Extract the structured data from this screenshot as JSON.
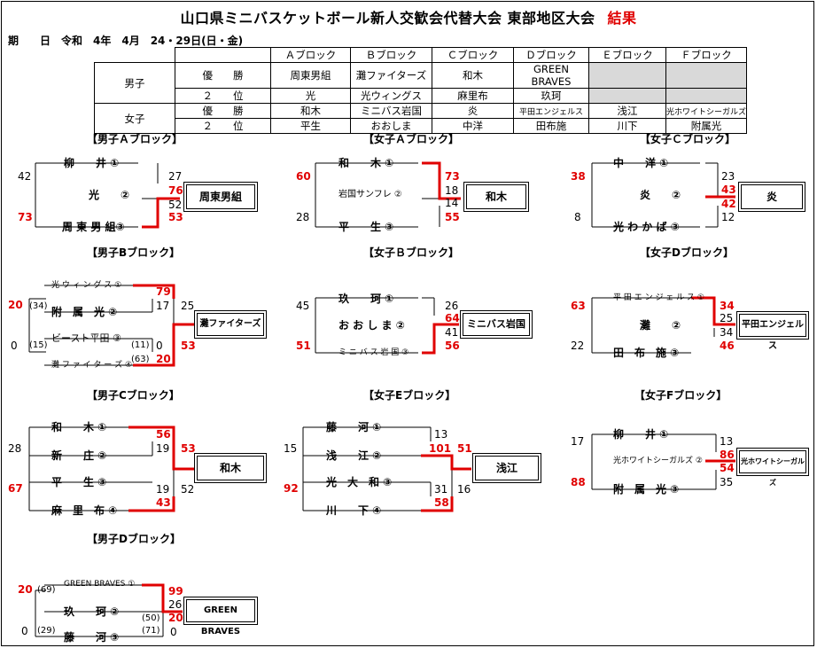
{
  "title": "山口県ミニバスケットボール新人交歓会代替大会 東部地区大会",
  "result_word": "結果",
  "period": "期　　日　令和　4年　4月　24・29日(日・金)",
  "table": {
    "headers": [
      "Ａブロック",
      "Ｂブロック",
      "Ｃブロック",
      "Ｄブロック",
      "Ｅブロック",
      "Ｆブロック"
    ],
    "boys": "男子",
    "girls": "女子",
    "first": "優　　勝",
    "second": "２　　位",
    "boys_first": [
      "周東男組",
      "灘ファイターズ",
      "和木",
      "GREEN BRAVES",
      "",
      ""
    ],
    "boys_second": [
      "光",
      "光ウィングス",
      "麻里布",
      "玖珂",
      "",
      ""
    ],
    "girls_first": [
      "和木",
      "ミニバス岩国",
      "炎",
      "平田エンジェルス",
      "浅江",
      "光ホワイトシーガルズ"
    ],
    "girls_second": [
      "平生",
      "おおしま",
      "中洋",
      "田布施",
      "川下",
      "附属光"
    ]
  },
  "blocks": {
    "bA": {
      "label": "【男子Ａブロック】",
      "teams": [
        "柳　　井 ①",
        "光　　②",
        "周 東 男 組③"
      ],
      "scores": [
        "42",
        "73",
        "27",
        "76",
        "52",
        "53"
      ],
      "winner": "周東男組"
    },
    "gA": {
      "label": "【女子Ａブロック】",
      "teams": [
        "和　　木 ①",
        "岩国サンフレ ②",
        "平　　生 ③"
      ],
      "scores": [
        "60",
        "28",
        "73",
        "18",
        "14",
        "55"
      ],
      "winner": "和木"
    },
    "gC": {
      "label": "【女子Ｃブロック】",
      "teams": [
        "中　　洋 ①",
        "炎　　②",
        "光 わ か ば ③"
      ],
      "scores": [
        "38",
        "8",
        "23",
        "43",
        "42",
        "12"
      ],
      "winner": "炎"
    },
    "bB": {
      "label": "【男子Bブロック】",
      "teams": [
        "光 ウ ィ ン グ ス ①",
        "附　属　光 ②",
        "ビースト平田 ③",
        "灘 フ ァ イ タ ー ズ ④"
      ],
      "scores": [
        "20",
        "0",
        "79",
        "17",
        "25",
        "0",
        "20",
        "53"
      ],
      "subs": [
        "(34)",
        "(15)",
        "(11)",
        "(63)"
      ],
      "winner": "灘ファイターズ"
    },
    "gB": {
      "label": "【女子Ｂブロック】",
      "teams": [
        "玖　　珂 ①",
        "お お し ま ②",
        "ミ ニ バ ス 岩 国 ③"
      ],
      "scores": [
        "45",
        "51",
        "26",
        "64",
        "41",
        "56"
      ],
      "winner": "ミニバス岩国"
    },
    "gD": {
      "label": "【女子Dブロック】",
      "teams": [
        "平 田 エ ン ジ ェ ル ス ①",
        "灘　　②",
        "田　布　施 ③"
      ],
      "scores": [
        "63",
        "22",
        "34",
        "25",
        "34",
        "46"
      ],
      "winner": "平田エンジェルス"
    },
    "bC": {
      "label": "【男子Cブロック】",
      "teams": [
        "和　　木 ①",
        "新　　庄 ②",
        "平　　生 ③",
        "麻　里　布 ④"
      ],
      "scores": [
        "28",
        "67",
        "56",
        "19",
        "53",
        "19",
        "43",
        "52"
      ],
      "winner": "和木"
    },
    "gE": {
      "label": "【女子Eブロック】",
      "teams": [
        "藤　　河 ①",
        "浅　　江 ②",
        "光　大　和 ③",
        "川　　下 ④"
      ],
      "scores": [
        "15",
        "92",
        "13",
        "101",
        "51",
        "31",
        "58",
        "16"
      ],
      "winner": "浅江"
    },
    "gF": {
      "label": "【女子Fブロック】",
      "teams": [
        "柳　　井 ①",
        "光ホワイトシーガルズ ②",
        "附　属　光 ③"
      ],
      "scores": [
        "17",
        "88",
        "13",
        "86",
        "54",
        "35"
      ],
      "winner": "光ホワイトシーガルズ"
    },
    "bD": {
      "label": "【男子Dブロック】",
      "teams": [
        "GREEN BRAVES ①",
        "玖　　珂 ②",
        "藤　　河 ③"
      ],
      "scores": [
        "20",
        "0",
        "99",
        "26",
        "20",
        "0"
      ],
      "subs": [
        "(69)",
        "(29)",
        "(50)",
        "(71)"
      ],
      "winner": "GREEN BRAVES"
    }
  },
  "colors": {
    "win": "#e00000",
    "line": "#000000",
    "gray": "#d9d9d9"
  }
}
